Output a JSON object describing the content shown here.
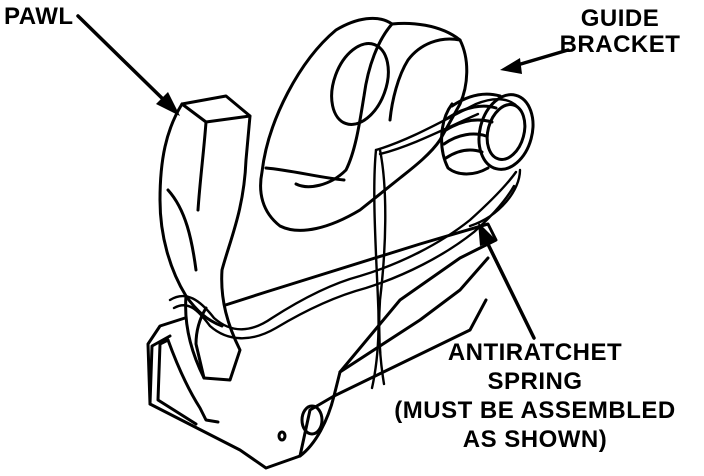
{
  "labels": {
    "pawl": "PAWL",
    "guide_bracket": [
      "GUIDE",
      "BRACKET"
    ],
    "antiratchet_spring": [
      "ANTIRATCHET",
      "SPRING",
      "(MUST BE ASSEMBLED",
      "AS SHOWN)"
    ]
  },
  "colors": {
    "ink": "#000000",
    "paper": "#ffffff"
  }
}
